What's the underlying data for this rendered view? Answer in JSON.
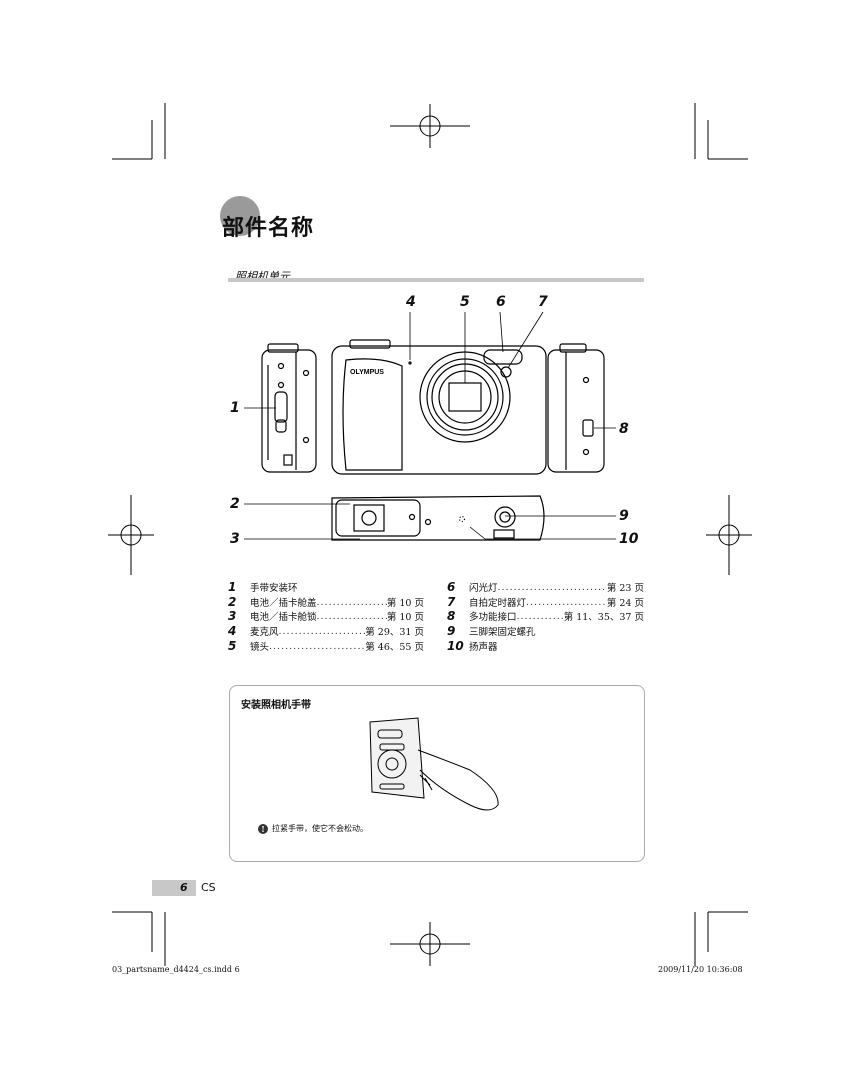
{
  "header": {
    "title": "部件名称",
    "section": "照相机单元"
  },
  "callouts": {
    "c1": "1",
    "c2": "2",
    "c3": "3",
    "c4": "4",
    "c5": "5",
    "c6": "6",
    "c7": "7",
    "c8": "8",
    "c9": "9",
    "c10": "10"
  },
  "camera": {
    "brand": "OLYMPUS"
  },
  "parts_left": [
    {
      "num": "1",
      "label": "手带安装环",
      "ref": ""
    },
    {
      "num": "2",
      "label": "电池／插卡舱盖",
      "ref": "第 10 页"
    },
    {
      "num": "3",
      "label": "电池／插卡舱锁",
      "ref": "第 10 页"
    },
    {
      "num": "4",
      "label": "麦克风",
      "ref": "第 29、31 页"
    },
    {
      "num": "5",
      "label": "镜头",
      "ref": "第 46、55 页"
    }
  ],
  "parts_right": [
    {
      "num": "6",
      "label": "闪光灯",
      "ref": "第 23 页"
    },
    {
      "num": "7",
      "label": "自拍定时器灯",
      "ref": "第 24 页"
    },
    {
      "num": "8",
      "label": "多功能接口",
      "ref": "第 11、35、37 页"
    },
    {
      "num": "9",
      "label": "三脚架固定螺孔",
      "ref": ""
    },
    {
      "num": "10",
      "label": "扬声器",
      "ref": ""
    }
  ],
  "strap_box": {
    "title": "安装照相机手带",
    "note": "拉紧手带，使它不会松动。",
    "note_icon": "caution-icon"
  },
  "footer": {
    "page_number": "6",
    "language": "CS",
    "file": "03_partsname_d4424_cs.indd   6",
    "timestamp": "2009/11/20   10:36:08"
  }
}
